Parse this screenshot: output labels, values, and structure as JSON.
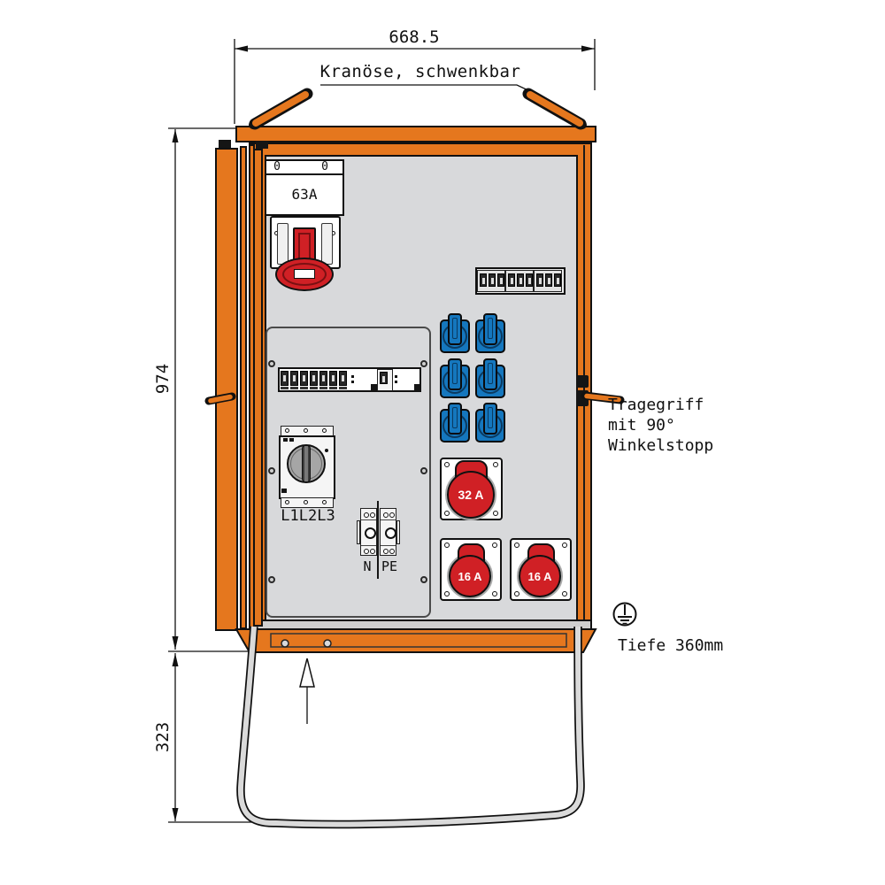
{
  "annotations": {
    "width_dim": "668.5",
    "height_dim": "974",
    "stand_height_dim": "323",
    "crane_label": "Kranöse, schwenkbar",
    "handle_note_line1": "Tragegriff",
    "handle_note_line2": "mit 90°",
    "handle_note_line3": "Winkelstopp",
    "depth_label": "Tiefe 360mm"
  },
  "components": {
    "inlet": {
      "indicator_left": "0",
      "indicator_right": "0",
      "rating": "63A"
    },
    "main_switch": {
      "label": "L1L2L3"
    },
    "terminals": {
      "neutral": "N",
      "earth": "PE"
    },
    "cee_sockets": {
      "socket_32a": "32 A",
      "socket_16a_left": "16 A",
      "socket_16a_right": "16 A"
    },
    "schuko_socket_count": 6,
    "mcb_group_count": 3,
    "panel_breaker_count": 7
  },
  "colors": {
    "frame_orange": "#E5771E",
    "cee_red": "#D02025",
    "schuko_blue": "#1577BE",
    "interior_gray": "#D8D9DB",
    "tube_gray": "#DADADA"
  }
}
